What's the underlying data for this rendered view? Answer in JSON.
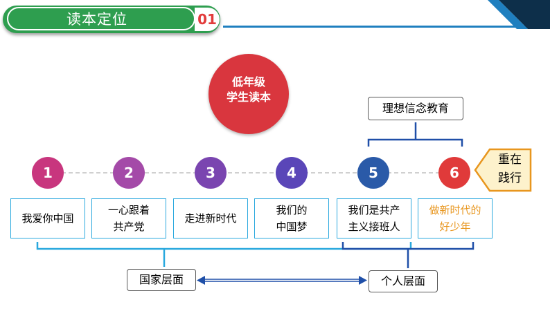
{
  "header": {
    "title": "读本定位",
    "number": "01"
  },
  "top_circle": {
    "line1": "低年级",
    "line2": "学生读本",
    "color": "#d9363e"
  },
  "nodes": [
    {
      "num": "1",
      "color": "#c8367e",
      "line1": "我爱你中国",
      "line2": ""
    },
    {
      "num": "2",
      "color": "#a44aa8",
      "line1": "一心跟着",
      "line2": "共产党"
    },
    {
      "num": "3",
      "color": "#7a45b0",
      "line1": "走进新时代",
      "line2": ""
    },
    {
      "num": "4",
      "color": "#5a46b8",
      "line1": "我们的",
      "line2": "中国梦"
    },
    {
      "num": "5",
      "color": "#2a5aa8",
      "line1": "我们是共产",
      "line2": "主义接班人"
    },
    {
      "num": "6",
      "color": "#e03a3a",
      "line1": "做新时代的",
      "line2": "好少年"
    }
  ],
  "highlight_color": "#e8961e",
  "ideal_label": "理想信念教育",
  "practice_label": {
    "line1": "重在",
    "line2": "践行"
  },
  "national_label": "国家层面",
  "personal_label": "个人层面",
  "accent_blue": "#1f4fa8"
}
